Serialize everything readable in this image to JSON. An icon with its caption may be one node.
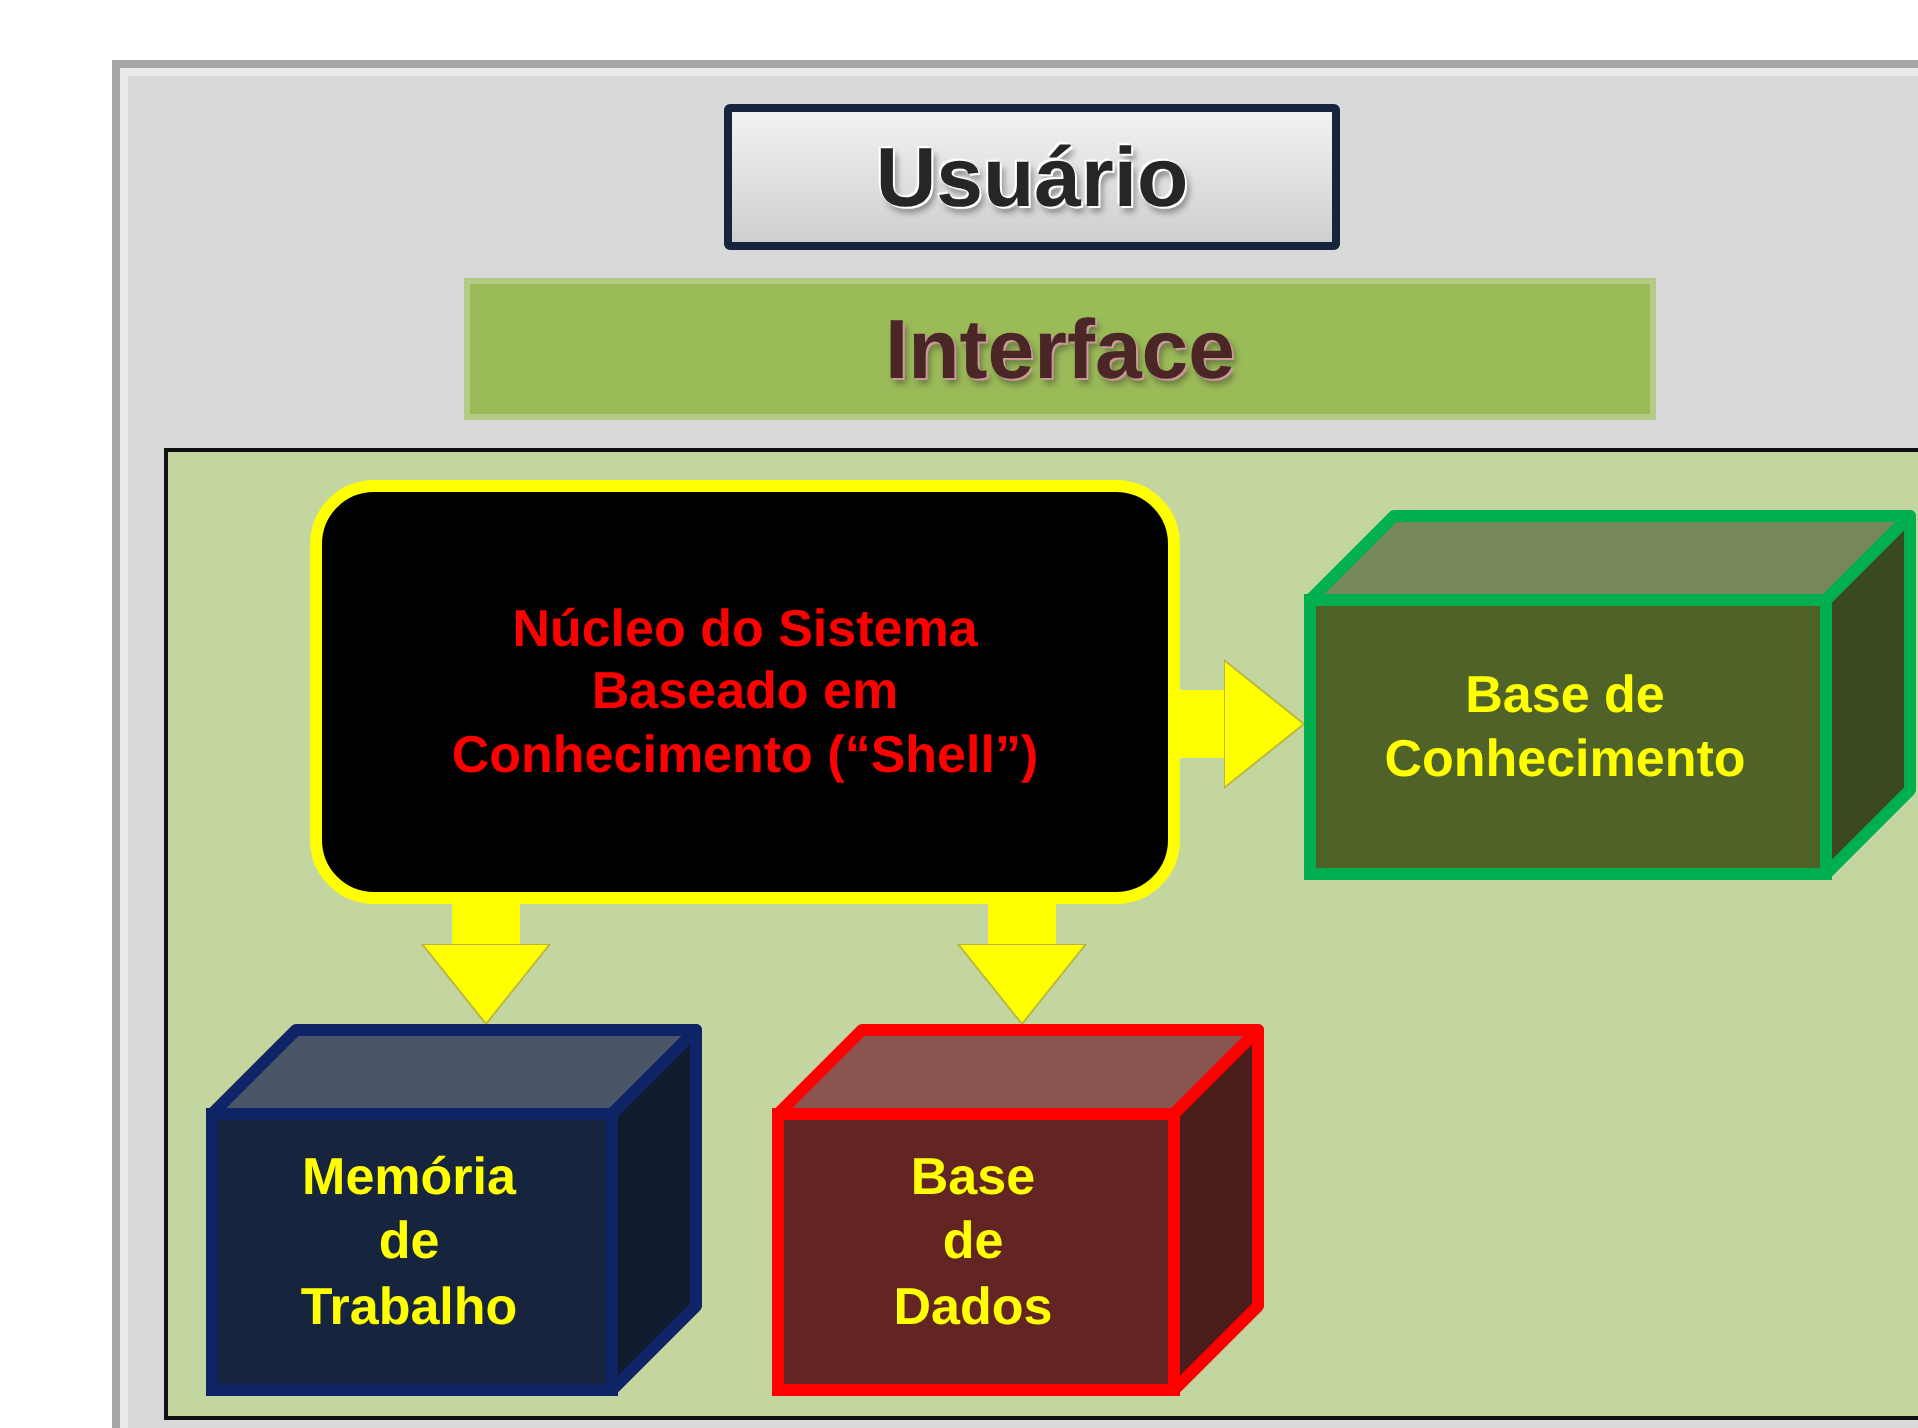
{
  "diagram": {
    "nodes": [
      {
        "text": [
          "Usuário"
        ]
      },
      {
        "text": [
          "Interface"
        ]
      },
      {
        "text": [
          "Núcleo do Sistema Baseado em Conhecimento (“Shell”)"
        ]
      },
      {
        "text": [
          "Base de Conhecimento"
        ]
      },
      {
        "text": [
          "Memória de Trabalho"
        ]
      },
      {
        "text": [
          "Base de Dados"
        ]
      }
    ],
    "edges": [
      {
        "from": 2,
        "to": 3,
        "arrow": "to"
      },
      {
        "from": 2,
        "to": 4,
        "arrow": "to"
      },
      {
        "from": 2,
        "to": 5,
        "arrow": "to"
      }
    ]
  }
}
